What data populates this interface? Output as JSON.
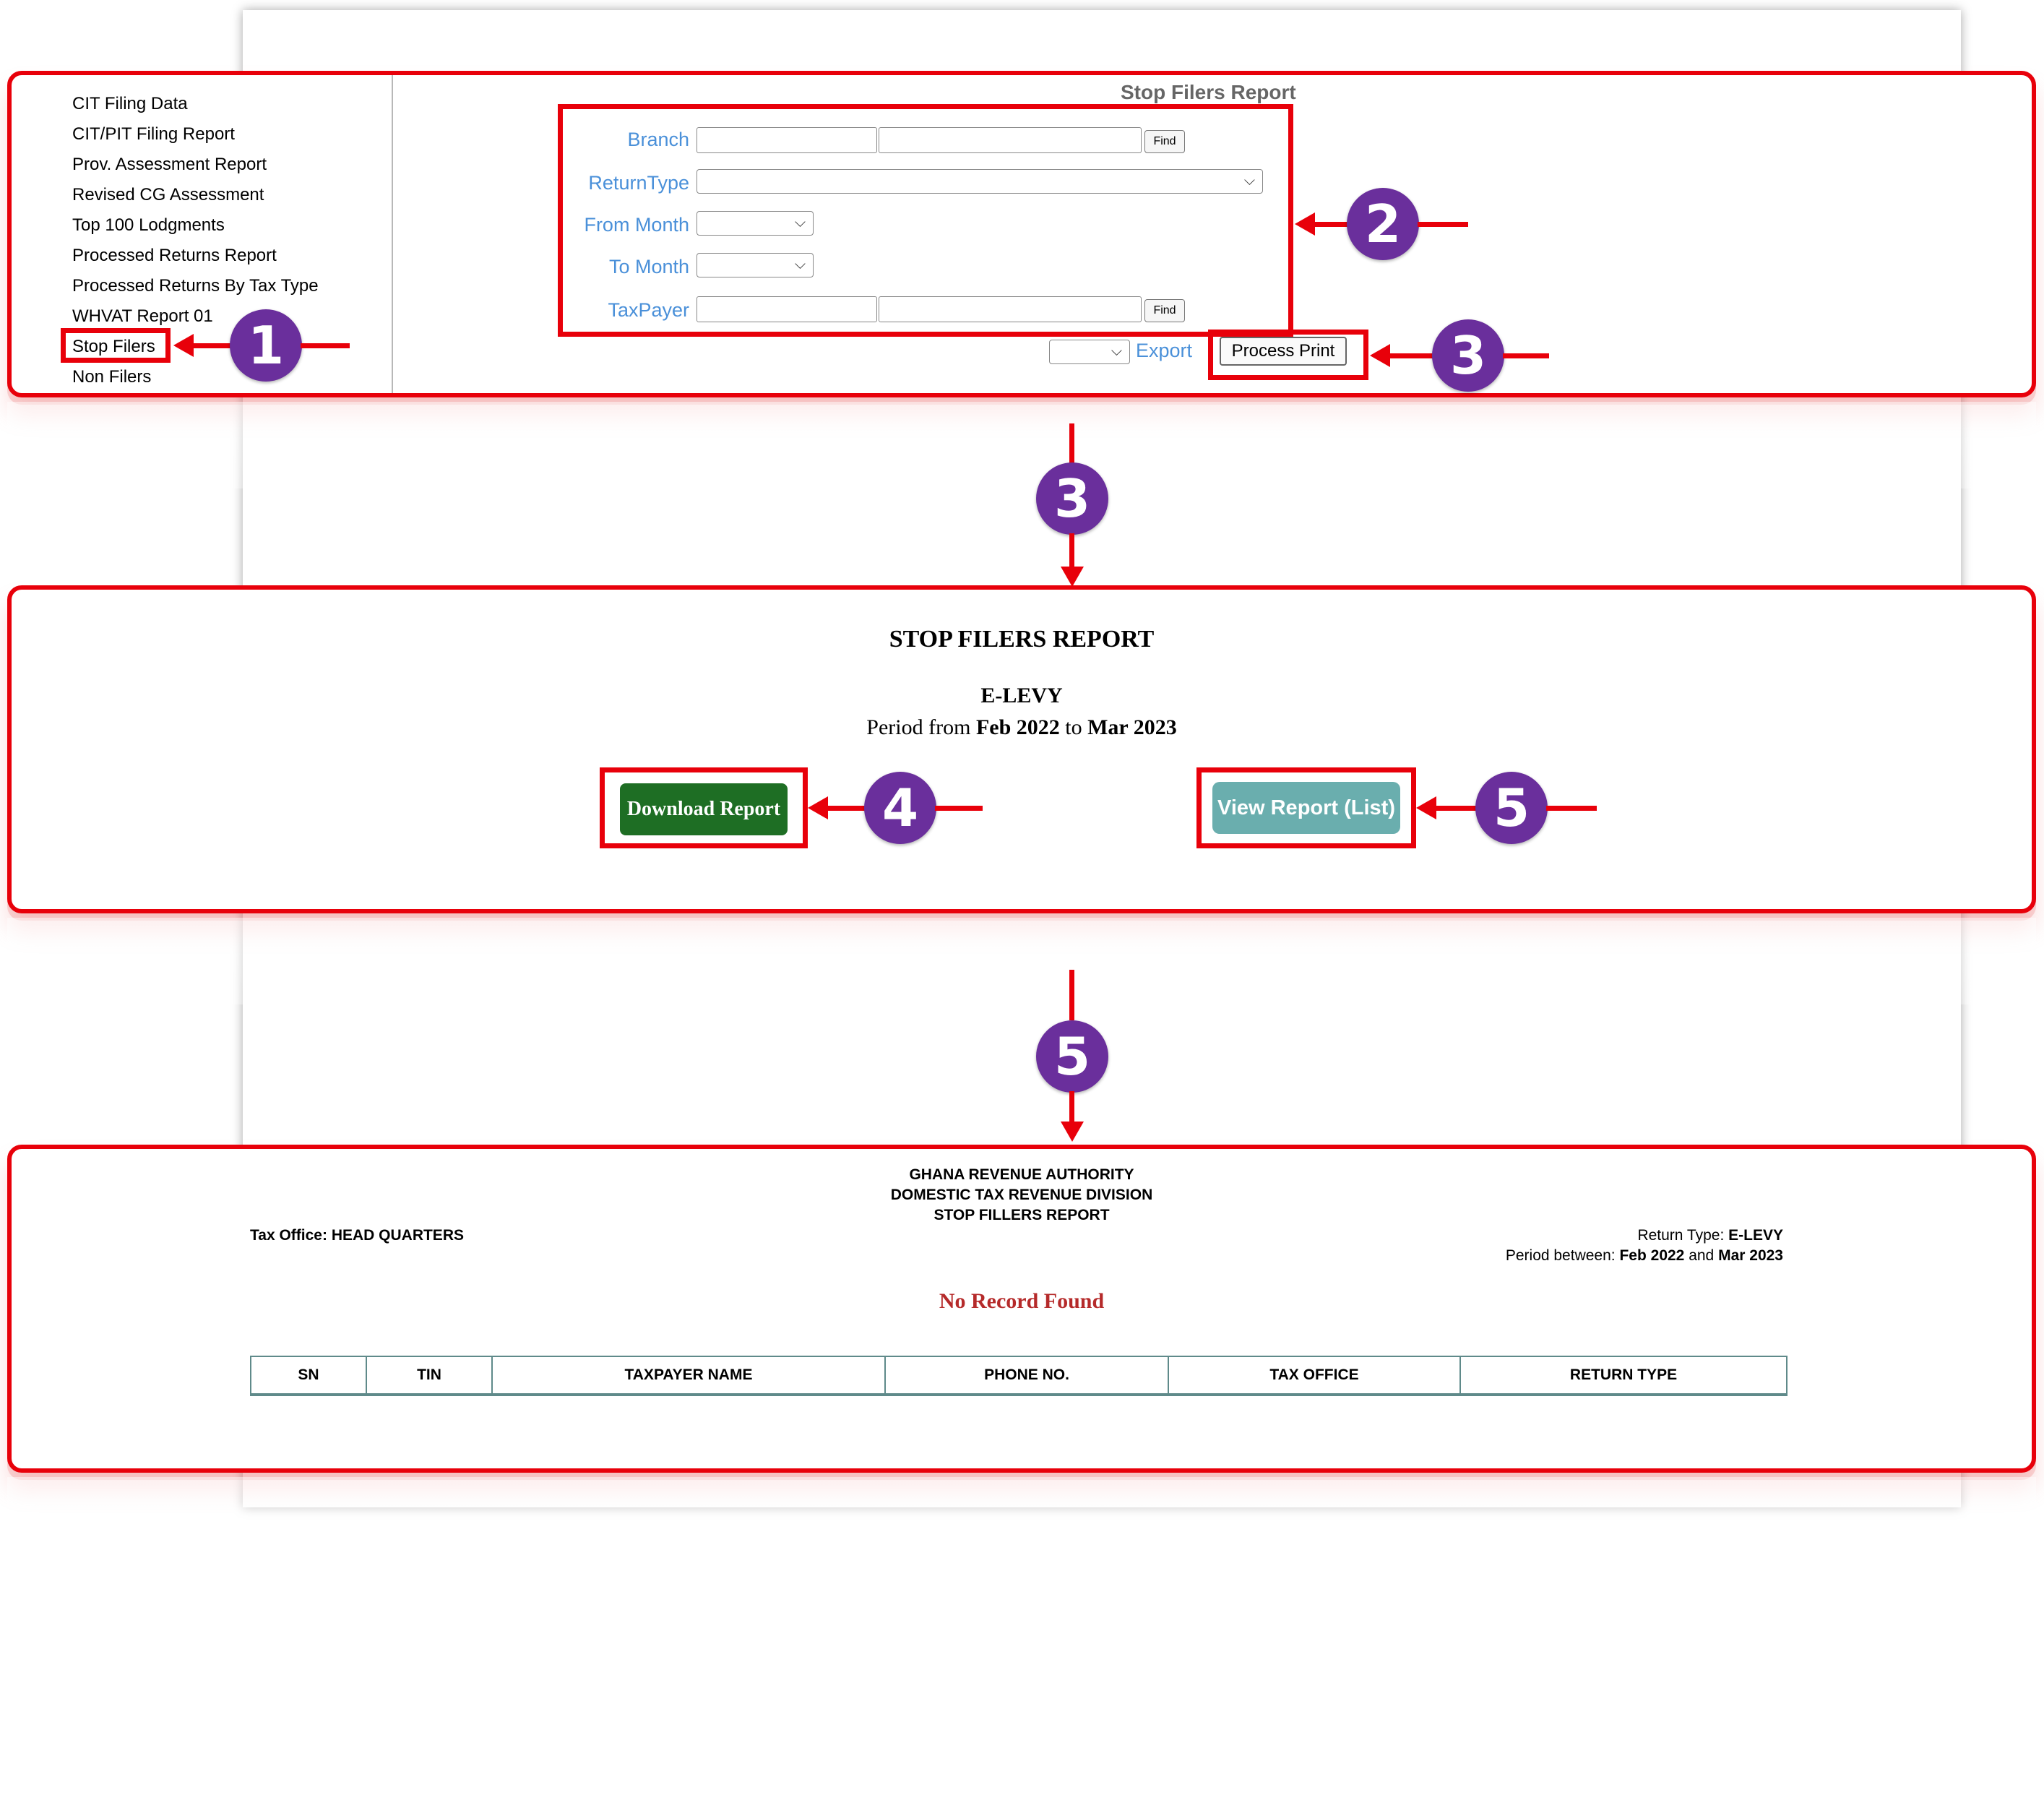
{
  "sidebar": {
    "items": [
      {
        "label": "CIT Filing Data"
      },
      {
        "label": "CIT/PIT Filing Report"
      },
      {
        "label": "Prov. Assessment Report"
      },
      {
        "label": "Revised CG Assessment"
      },
      {
        "label": "Top 100 Lodgments"
      },
      {
        "label": "Processed Returns Report"
      },
      {
        "label": "Processed Returns By Tax Type"
      },
      {
        "label": "WHVAT Report 01"
      },
      {
        "label": "Stop Filers"
      },
      {
        "label": "Non Filers"
      }
    ]
  },
  "form": {
    "title": "Stop Filers Report",
    "branch_label": "Branch",
    "returntype_label": "ReturnType",
    "from_month_label": "From Month",
    "to_month_label": "To Month",
    "taxpayer_label": "TaxPayer",
    "find_label": "Find",
    "export_label": "Export",
    "process_print_label": "Process Print"
  },
  "callouts": {
    "one": "1",
    "two": "2",
    "three": "3",
    "four": "4",
    "five": "5"
  },
  "report_summary": {
    "title": "STOP FILERS REPORT",
    "return_type": "E-LEVY",
    "period_prefix": "Period from",
    "period_from": "Feb 2022",
    "period_to_word": "to",
    "period_to": "Mar 2023",
    "download_label": "Download Report",
    "view_label": "View Report (List)"
  },
  "report_list": {
    "org": "GHANA REVENUE AUTHORITY",
    "division": "DOMESTIC TAX REVENUE DIVISION",
    "title": "STOP FILLERS REPORT",
    "tax_office_label": "Tax Office:",
    "tax_office_value": "HEAD QUARTERS",
    "return_type_label": "Return Type:",
    "return_type_value": "E-LEVY",
    "period_label": "Period between:",
    "period_from": "Feb 2022",
    "period_and": "and",
    "period_to": "Mar 2023",
    "empty_message": "No Record Found",
    "columns": [
      "SN",
      "TIN",
      "TAXPAYER NAME",
      "PHONE NO.",
      "TAX OFFICE",
      "RETURN TYPE"
    ]
  },
  "colors": {
    "highlight": "#e8000a",
    "badge": "#6a2f9c",
    "download_button": "#1e6e24",
    "view_button": "#6aaeae",
    "field_label": "#4a90d9",
    "empty_message": "#b52a2a"
  }
}
